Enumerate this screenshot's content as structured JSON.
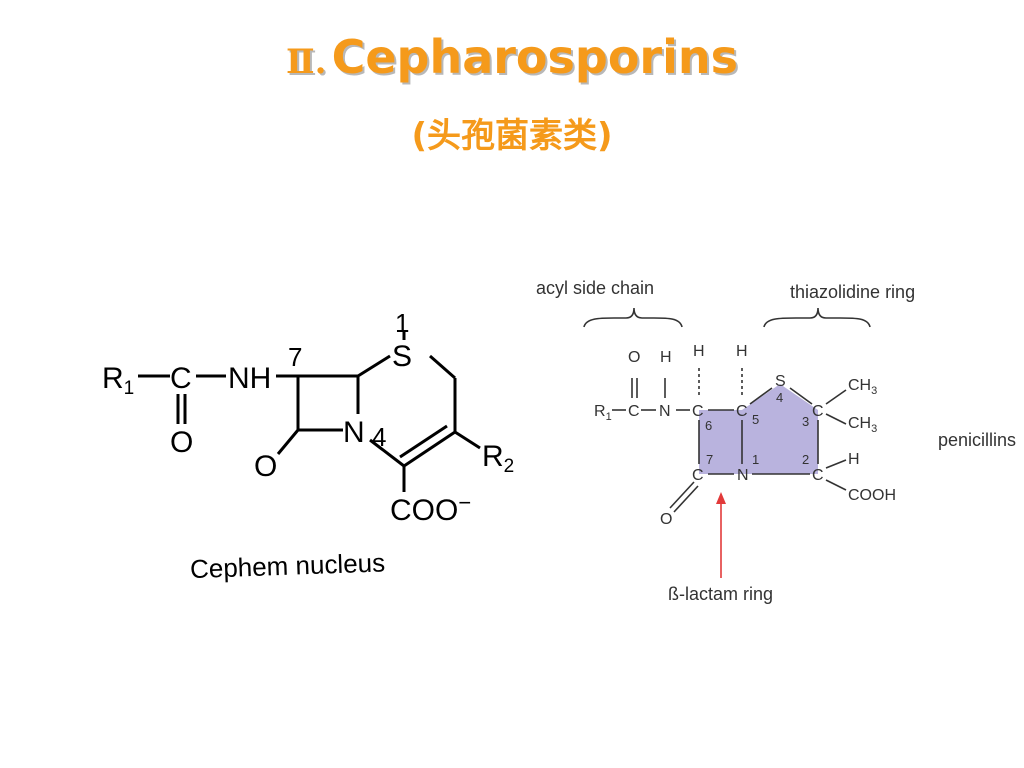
{
  "slide": {
    "title_numeral": "Ⅱ.",
    "title_text": "Cepharosporins",
    "subtitle": "(头孢菌素类)",
    "colors": {
      "title": "#f59a1b",
      "ring_fill": "#b9b3de"
    }
  },
  "cephem": {
    "caption": "Cephem nucleus",
    "r1": "R",
    "r1_sub": "1",
    "c": "C",
    "nh": "NH",
    "o_carbonyl": "O",
    "pos7": "7",
    "pos1": "1",
    "s": "S",
    "n": "N",
    "pos4": "4",
    "o_lactam": "O",
    "r2": "R",
    "r2_sub": "2",
    "coo": "COO",
    "charge": "−"
  },
  "penicillin": {
    "acyl_label": "acyl side chain",
    "thiazolidine_label": "thiazolidine ring",
    "penicillins_label": "penicillins",
    "lactam_label": "ß-lactam ring",
    "r1": "R",
    "r1_sub": "1",
    "c_acyl": "C",
    "o_acyl": "O",
    "n_amide": "N",
    "h_amide": "H",
    "h6": "H",
    "h5": "H",
    "c6": "C",
    "c5": "C",
    "s": "S",
    "pos4": "4",
    "c3": "C",
    "pos3": "3",
    "pos5": "5",
    "pos6": "6",
    "ch3_a": "CH",
    "ch3_a_sub": "3",
    "ch3_b": "CH",
    "ch3_b_sub": "3",
    "c7": "C",
    "pos7": "7",
    "n1": "N",
    "pos1": "1",
    "c2": "C",
    "pos2": "2",
    "h2": "H",
    "cooh": "COOH",
    "o_lactam": "O"
  }
}
